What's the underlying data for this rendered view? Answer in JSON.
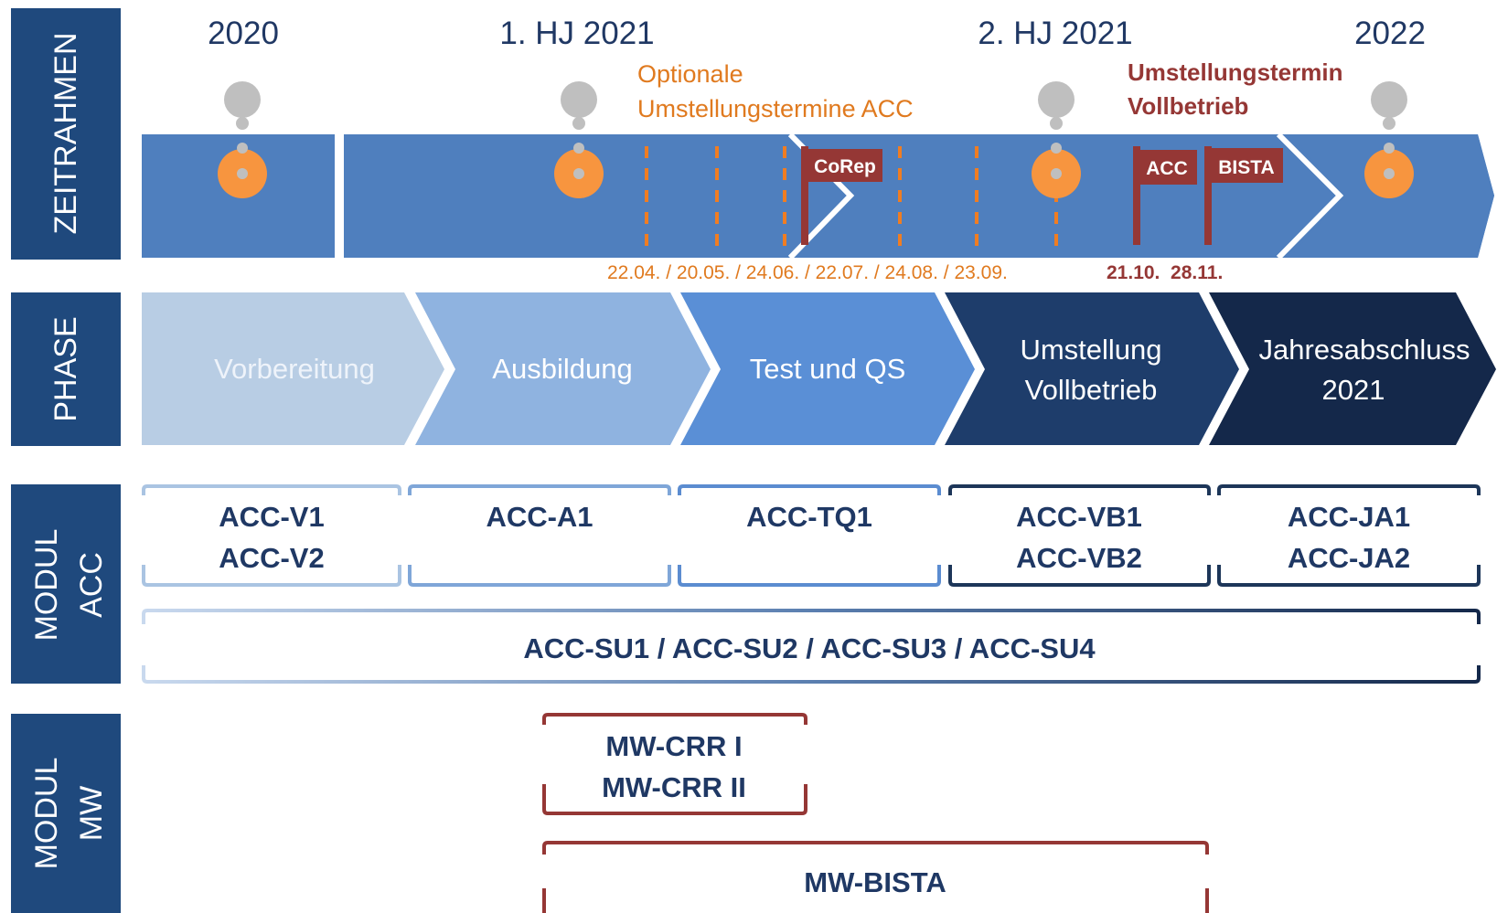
{
  "side_labels": {
    "zeitrahmen": "ZEITRAHMEN",
    "phase": "PHASE",
    "modul_acc": [
      "MODUL",
      "ACC"
    ],
    "modul_mw": [
      "MODUL",
      "MW"
    ]
  },
  "timeframe": {
    "periods": [
      "2020",
      "1. HJ 2021",
      "2. HJ 2021",
      "2022"
    ],
    "optional_note": [
      "Optionale",
      "Umstellungstermine ACC"
    ],
    "final_note": [
      "Umstellungstermin",
      "Vollbetrieb"
    ],
    "flags": [
      "CoRep",
      "ACC",
      "BISTA"
    ],
    "optional_dates": "22.04. / 20.05. / 24.06. / 22.07. / 24.08. / 23.09.",
    "final_dates": "21.10.  28.11."
  },
  "phases": [
    {
      "label": [
        "Vorbereitung"
      ],
      "color": "#b8cde4"
    },
    {
      "label": [
        "Ausbildung"
      ],
      "color": "#8fb3e0"
    },
    {
      "label": [
        "Test und QS"
      ],
      "color": "#5a8fd6"
    },
    {
      "label": [
        "Umstellung",
        "Vollbetrieb"
      ],
      "color": "#1e3d6b"
    },
    {
      "label": [
        "Jahresabschluss",
        "2021"
      ],
      "color": "#14284a"
    }
  ],
  "modul_acc": {
    "boxes": [
      {
        "lines": [
          "ACC-V1",
          "ACC-V2"
        ],
        "color": "#aac4e2"
      },
      {
        "lines": [
          "ACC-A1"
        ],
        "color": "#7fa6d8"
      },
      {
        "lines": [
          "ACC-TQ1"
        ],
        "color": "#5b8cd0"
      },
      {
        "lines": [
          "ACC-VB1",
          "ACC-VB2"
        ],
        "color": "#1d3659"
      },
      {
        "lines": [
          "ACC-JA1",
          "ACC-JA2"
        ],
        "color": "#1d3659"
      }
    ],
    "support": "ACC-SU1 / ACC-SU2 / ACC-SU3 / ACC-SU4"
  },
  "modul_mw": {
    "crr": [
      "MW-CRR I",
      "MW-CRR II"
    ],
    "bista": "MW-BISTA"
  },
  "colors": {
    "sidebar": "#1f497d",
    "timeline": "#4f7fbe",
    "orange": "#e07a1f",
    "marker_orange": "#f7953f",
    "pin_grey": "#bfbfbf",
    "dark_red": "#953735",
    "text_blue": "#1f3864",
    "period_text": "#203864"
  }
}
